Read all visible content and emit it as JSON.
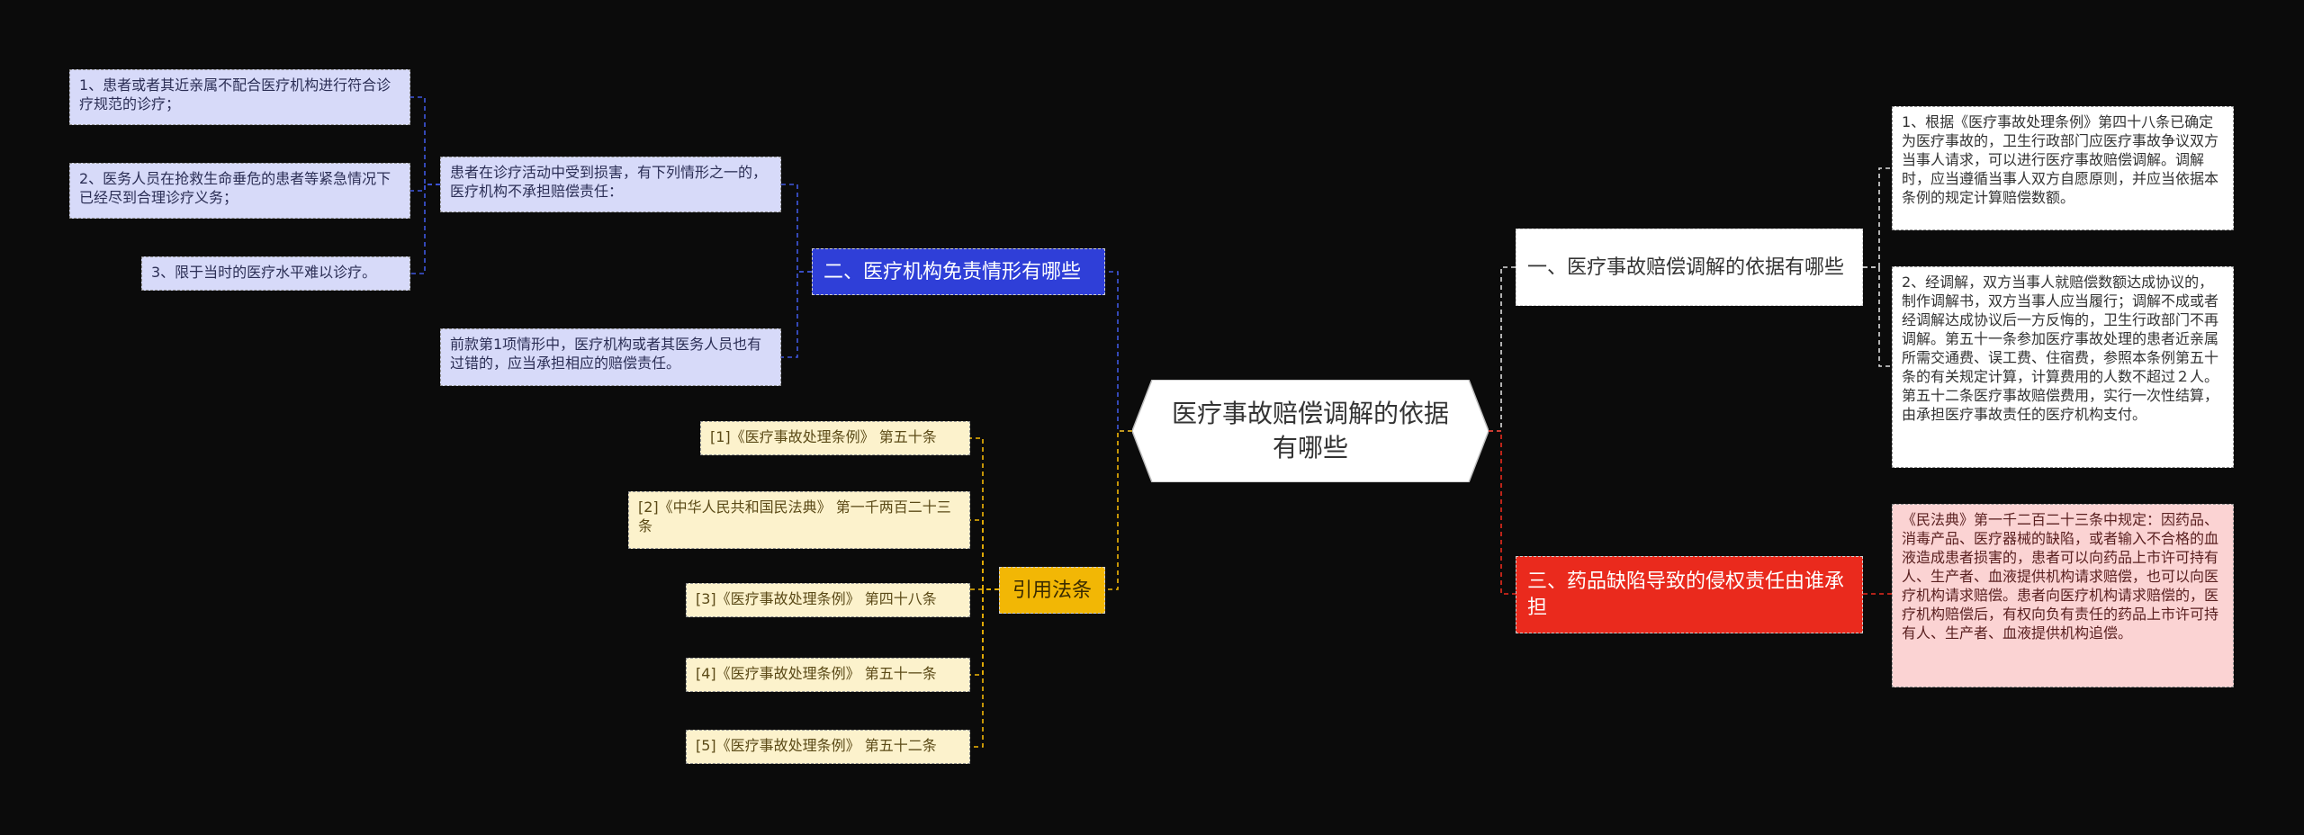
{
  "root": {
    "title": "医疗事故赔偿调解的依据有哪些"
  },
  "branches": {
    "exemption": {
      "label": "二、医疗机构免责情形有哪些"
    },
    "citations": {
      "label": "引用法条"
    },
    "basis": {
      "label": "一、医疗事故赔偿调解的依据有哪些"
    },
    "defect": {
      "label": "三、药品缺陷导致的侵权责任由谁承担"
    }
  },
  "exemption": {
    "intro": "患者在诊疗活动中受到损害，有下列情形之一的，医疗机构不承担赔偿责任：",
    "items": [
      "1、患者或者其近亲属不配合医疗机构进行符合诊疗规范的诊疗；",
      "2、医务人员在抢救生命垂危的患者等紧急情况下已经尽到合理诊疗义务；",
      "3、限于当时的医疗水平难以诊疗。"
    ],
    "note": "前款第1项情形中，医疗机构或者其医务人员也有过错的，应当承担相应的赔偿责任。"
  },
  "citations": {
    "items": [
      "[1]《医疗事故处理条例》 第五十条",
      "[2]《中华人民共和国民法典》 第一千两百二十三条",
      "[3]《医疗事故处理条例》 第四十八条",
      "[4]《医疗事故处理条例》 第五十一条",
      "[5]《医疗事故处理条例》 第五十二条"
    ]
  },
  "basis": {
    "paragraphs": [
      "1、根据《医疗事故处理条例》第四十八条已确定为医疗事故的，卫生行政部门应医疗事故争议双方当事人请求，可以进行医疗事故赔偿调解。调解时，应当遵循当事人双方自愿原则，并应当依据本条例的规定计算赔偿数额。",
      "2、经调解，双方当事人就赔偿数额达成协议的，制作调解书，双方当事人应当履行；调解不成或者经调解达成协议后一方反悔的，卫生行政部门不再调解。第五十一条参加医疗事故处理的患者近亲属所需交通费、误工费、住宿费，参照本条例第五十条的有关规定计算，计算费用的人数不超过２人。第五十二条医疗事故赔偿费用，实行一次性结算，由承担医疗事故责任的医疗机构支付。"
    ]
  },
  "defect": {
    "text": "《民法典》第一千二百二十三条中规定：因药品、消毒产品、医疗器械的缺陷，或者输入不合格的血液造成患者损害的，患者可以向药品上市许可持有人、生产者、血液提供机构请求赔偿，也可以向医疗机构请求赔偿。患者向医疗机构请求赔偿的，医疗机构赔偿后，有权向负有责任的药品上市许可持有人、生产者、血液提供机构追偿。"
  },
  "colors": {
    "background": "#0b0b0b",
    "blue_branch": "#2f3fd8",
    "gold_branch": "#f2b705",
    "red_branch": "#ea2a1d",
    "lavender_leaf": "#d7daf9",
    "cream_leaf": "#fcf2cc",
    "pink_leaf": "#fbd3d3"
  }
}
